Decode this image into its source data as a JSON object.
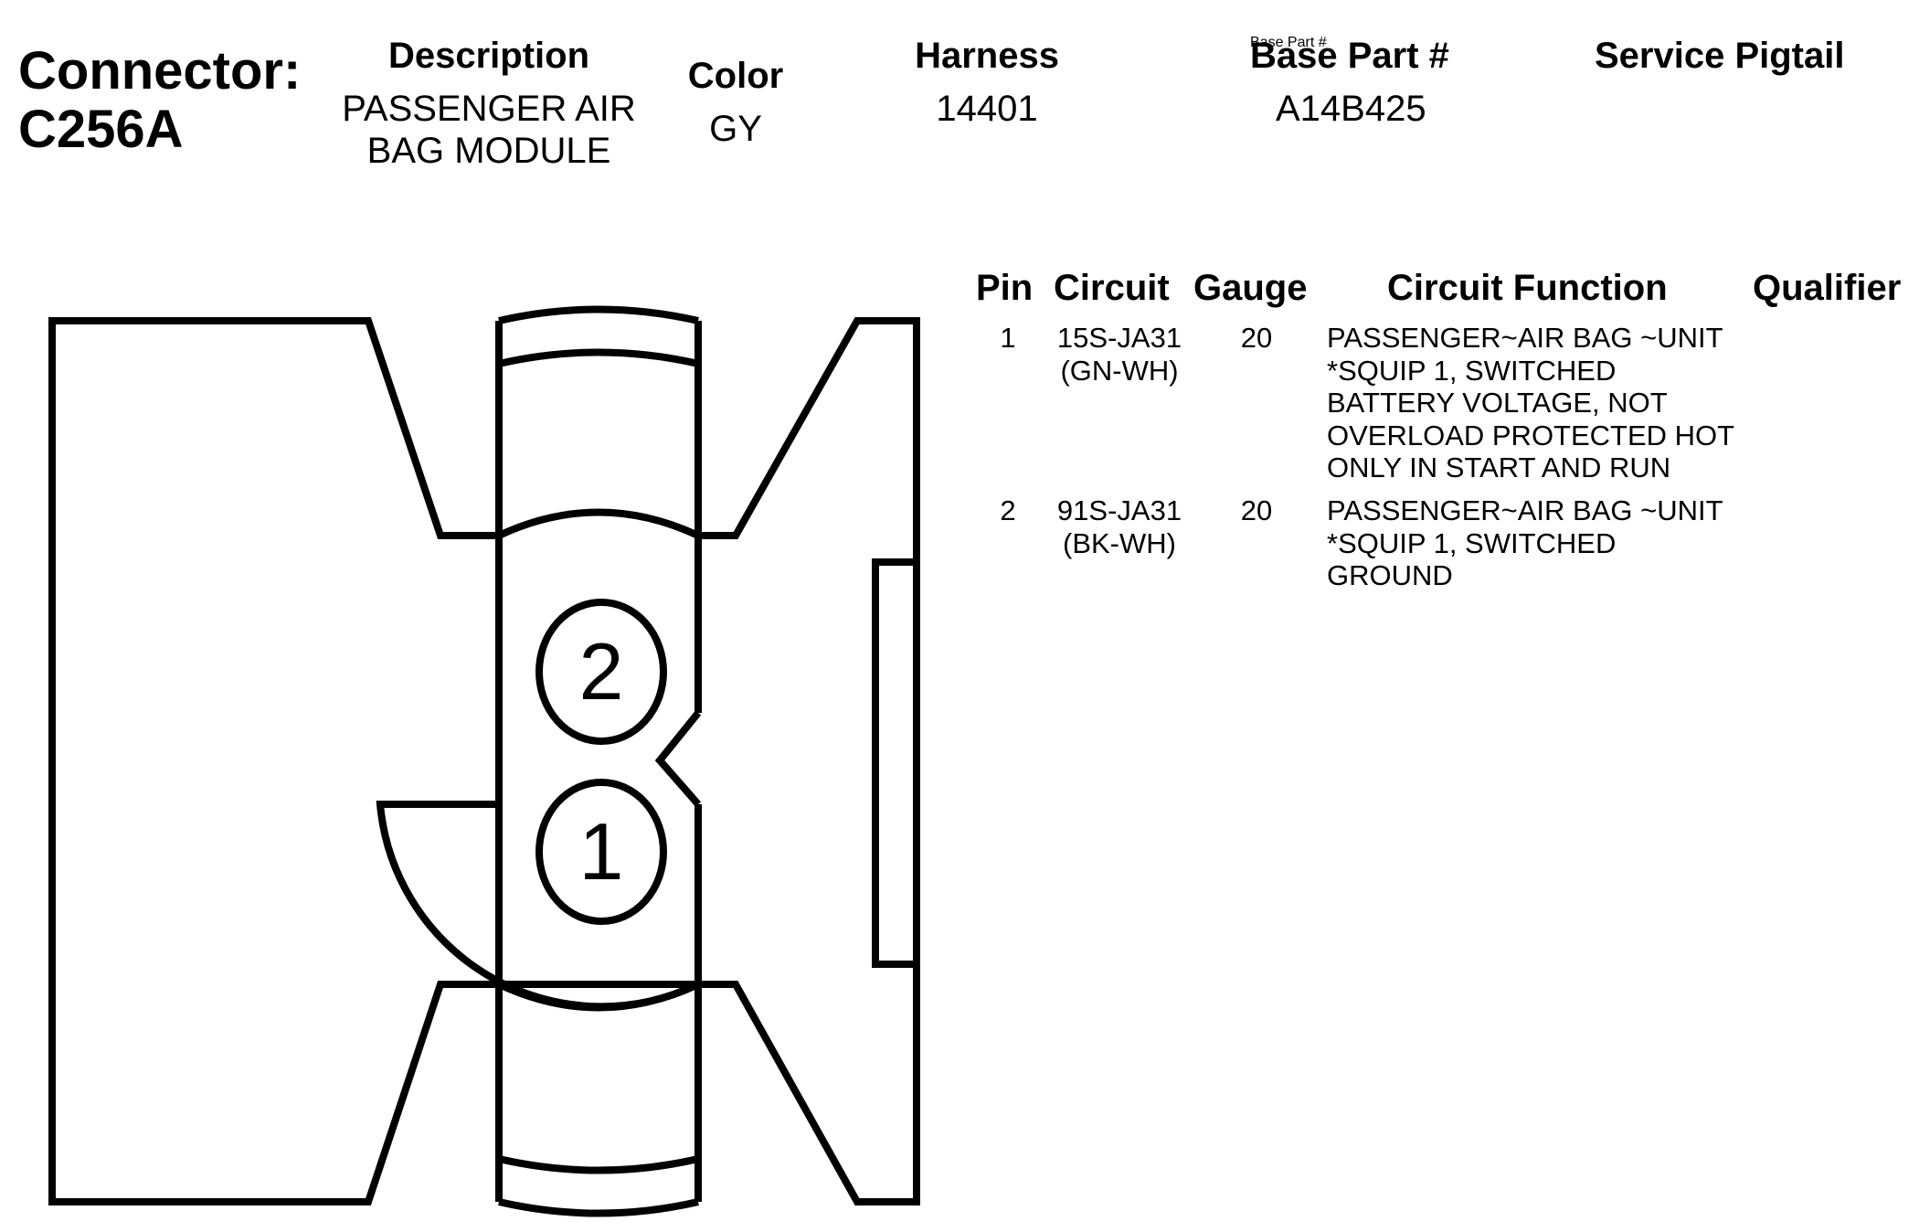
{
  "header": {
    "connector_label": "Connector:",
    "connector_id": "C256A",
    "description_label": "Description",
    "description_value": "PASSENGER AIR\nBAG MODULE",
    "color_label": "Color",
    "color_value": "GY",
    "harness_label": "Harness",
    "harness_value": "14401",
    "base_part_label": "Base Part #",
    "base_part_value": "A14B425",
    "service_pigtail_label": "Service Pigtail"
  },
  "table": {
    "columns": [
      "Pin",
      "Circuit",
      "Gauge",
      "Circuit Function",
      "Qualifier"
    ],
    "rows": [
      {
        "pin": "1",
        "circuit": "15S-JA31\n(GN-WH)",
        "gauge": "20",
        "function": "PASSENGER~AIR BAG ~UNIT\n*SQUIP 1, SWITCHED\nBATTERY VOLTAGE, NOT\nOVERLOAD PROTECTED HOT\nONLY IN START AND RUN",
        "qualifier": ""
      },
      {
        "pin": "2",
        "circuit": "91S-JA31\n(BK-WH)",
        "gauge": "20",
        "function": "PASSENGER~AIR BAG ~UNIT\n*SQUIP 1, SWITCHED\nGROUND",
        "qualifier": ""
      }
    ]
  },
  "diagram": {
    "pins": [
      {
        "label": "2"
      },
      {
        "label": "1"
      }
    ]
  }
}
